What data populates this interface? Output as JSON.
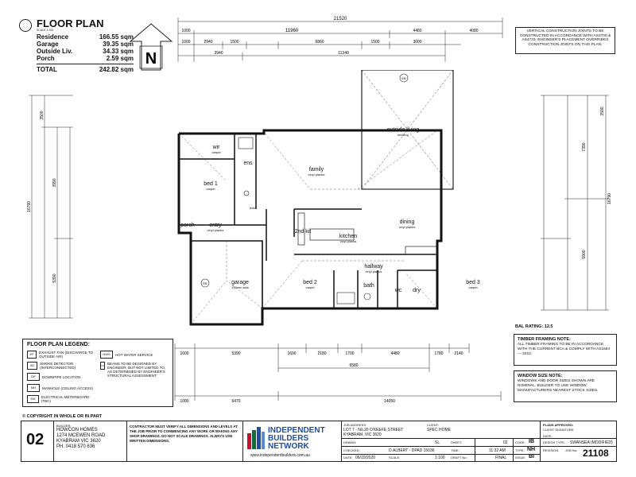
{
  "title": "FLOOR PLAN",
  "scale": "SCALE 1:100",
  "areas": [
    {
      "label": "Residence",
      "value": "166.55 sqm"
    },
    {
      "label": "Garage",
      "value": "39.35 sqm"
    },
    {
      "label": "Outside Liv.",
      "value": "34.33 sqm"
    },
    {
      "label": "Porch",
      "value": "2.59 sqm"
    },
    {
      "label": "TOTAL",
      "value": "242.82 sqm"
    }
  ],
  "north_label": "N",
  "notes": {
    "vertical": "VERTICAL CONSTRUCTION JOINTS TO BE CONSTRUCTED IN ACCORDANCE WITH AS3700 & AS4733. ENGINEER'S PLACEMENT OVERRIDES CONSTRUCTION JOINTS ON THIS PLAN.",
    "bal": "BAL RATING: 12.5",
    "timber_title": "TIMBER FRAMING NOTE:",
    "timber": "ALL TIMBER FRAMING TO BE IN ACCORDANCE WITH THE CURRENT BCA & COMPLY WITH AS1684 — 2010.",
    "window_title": "WINDOW SIZE NOTE:",
    "window": "WINDOWS AND DOOR SIZES SHOWN ARE NOMINAL. BUILDER TO USE WINDOW MANUFACTURERS NEAREST STOCK SIZES."
  },
  "rooms": {
    "outside_living": {
      "name": "outside living",
      "finish": "decking"
    },
    "family": {
      "name": "family",
      "finish": "vinyl planks"
    },
    "wir": {
      "name": "wir",
      "finish": "carpet"
    },
    "ens": {
      "name": "ens",
      "finish": ""
    },
    "bed1": {
      "name": "bed 1",
      "finish": "carpet"
    },
    "dining": {
      "name": "dining",
      "finish": "vinyl planks"
    },
    "kit2": {
      "name": "2nd kit",
      "finish": ""
    },
    "kitchen": {
      "name": "kitchen",
      "finish": "vinyl planks"
    },
    "entry": {
      "name": "entry",
      "finish": "vinyl planks"
    },
    "porch": {
      "name": "porch",
      "finish": ""
    },
    "hallway": {
      "name": "hallway",
      "finish": "vinyl planks"
    },
    "bed2": {
      "name": "bed 2",
      "finish": "carpet"
    },
    "bath": {
      "name": "bath",
      "finish": ""
    },
    "wc": {
      "name": "wc",
      "finish": ""
    },
    "dry": {
      "name": "dry",
      "finish": ""
    },
    "bed3": {
      "name": "bed 3",
      "finish": "carpet"
    },
    "garage": {
      "name": "garage",
      "finish": "150mm slab"
    },
    "linen": {
      "name": "linen",
      "finish": ""
    }
  },
  "dims": {
    "top_total": "21520",
    "top_row2": [
      "1000",
      "11960",
      "4480",
      "4080"
    ],
    "top_row3": [
      "1000",
      "2940",
      "1500",
      "6860",
      "1500",
      "3600"
    ],
    "top_row4": [
      "3940",
      "11340"
    ],
    "bottom_row1": [
      "1600",
      "5390",
      "1690",
      "2180",
      "1700",
      "4480",
      "1780",
      "2140"
    ],
    "bottom_row2": [
      "6580"
    ],
    "bottom_row3": [
      "1000",
      "6470",
      "14050"
    ],
    "left": [
      "3500",
      "3990",
      "5390",
      "16790"
    ],
    "right": [
      "3500",
      "7390",
      "5900",
      "16790"
    ]
  },
  "legend": {
    "title": "FLOOR PLAN LEGEND:",
    "items": [
      {
        "sym": "EF",
        "text": "EXHAUST FAN (DISCHARGE TO OUTSIDE AIR)"
      },
      {
        "sym": "SD",
        "text": "SMOKE DETECTOR (INTERCONNECTED)"
      },
      {
        "sym": "DP",
        "text": "DOWNPIPE LOCATION"
      },
      {
        "sym": "MH",
        "text": "MANHOLE (CEILING ACCESS)"
      },
      {
        "sym": "EM",
        "text": "ELECTRICAL METERBOARD (TBC)"
      },
      {
        "sym": "HWS",
        "text": "HOT WATER SERVICE"
      },
      {
        "sym": "▭",
        "text": "BEAMS TO BE DESIGNED BY ENGINEER, BUT NOT LIMITED TO, AS DETERMINED BY ENGINEER'S STRUCTURAL ASSESSMENT."
      }
    ]
  },
  "copyright": "COPYRIGHT IN WHOLE OR IN PART",
  "sheet_no": "02",
  "builder": {
    "label": "BUILDER:",
    "lines": [
      "HOWCON HOMES",
      "1274 MCEWEN ROAD",
      "KYABRAM VIC 3620",
      "PH. 0418 570 636"
    ]
  },
  "contractor_note": "CONTRACTOR MUST VERIFY ALL DIMENSIONS AND LEVELS AT THE JOB PRIOR TO COMMENCING ANY WORK OR MAKING ANY SHOP DRAWINGS. DO NOT SCALE DRAWINGS. ALWAYS USE WRITTEN DIMENSIONS.",
  "logo": {
    "line1": "INDEPENDENT",
    "line2": "BUILDERS",
    "line3": "NETWORK",
    "url": "www.independentbuilders.com.au"
  },
  "job": {
    "address_label": "JOB ADDRESS:",
    "address": [
      "LOT 7 - No.20 O'KEEFE STREET",
      "KYABRAM, VIC 3620"
    ],
    "client_label": "CLIENT:",
    "client": "SPEC HOME",
    "drawn_label": "DRAWN:",
    "drawn": "SL",
    "sheet_label": "SHEET:",
    "sheet": "02",
    "code_label": "CODE:",
    "code": "IB",
    "checked_label": "CHECKED:",
    "checked": "D.ALBERT - DPAD 15036",
    "time_label": "TIME:",
    "time": "11:32 AM",
    "type_label": "TYPE:",
    "type": "NH",
    "date_label": "DATE:",
    "date": "06/10/2020",
    "scale_label": "SCALE:",
    "scale": "1:100",
    "draft_label": "DRAFT No:",
    "draft": "FINAL",
    "issue_label": "ISSUE:",
    "issue": "BI",
    "plans_label": "PLANS APPROVED:",
    "client_sig": "CLIENT SIGNATURE:",
    "date2": "DATE:",
    "design_label": "DESIGN TYPE:",
    "design": "SWANSEA (MODIFIED)",
    "revision_label": "REVISION:",
    "jobno_label": "JOB No:",
    "jobno": "21108"
  }
}
